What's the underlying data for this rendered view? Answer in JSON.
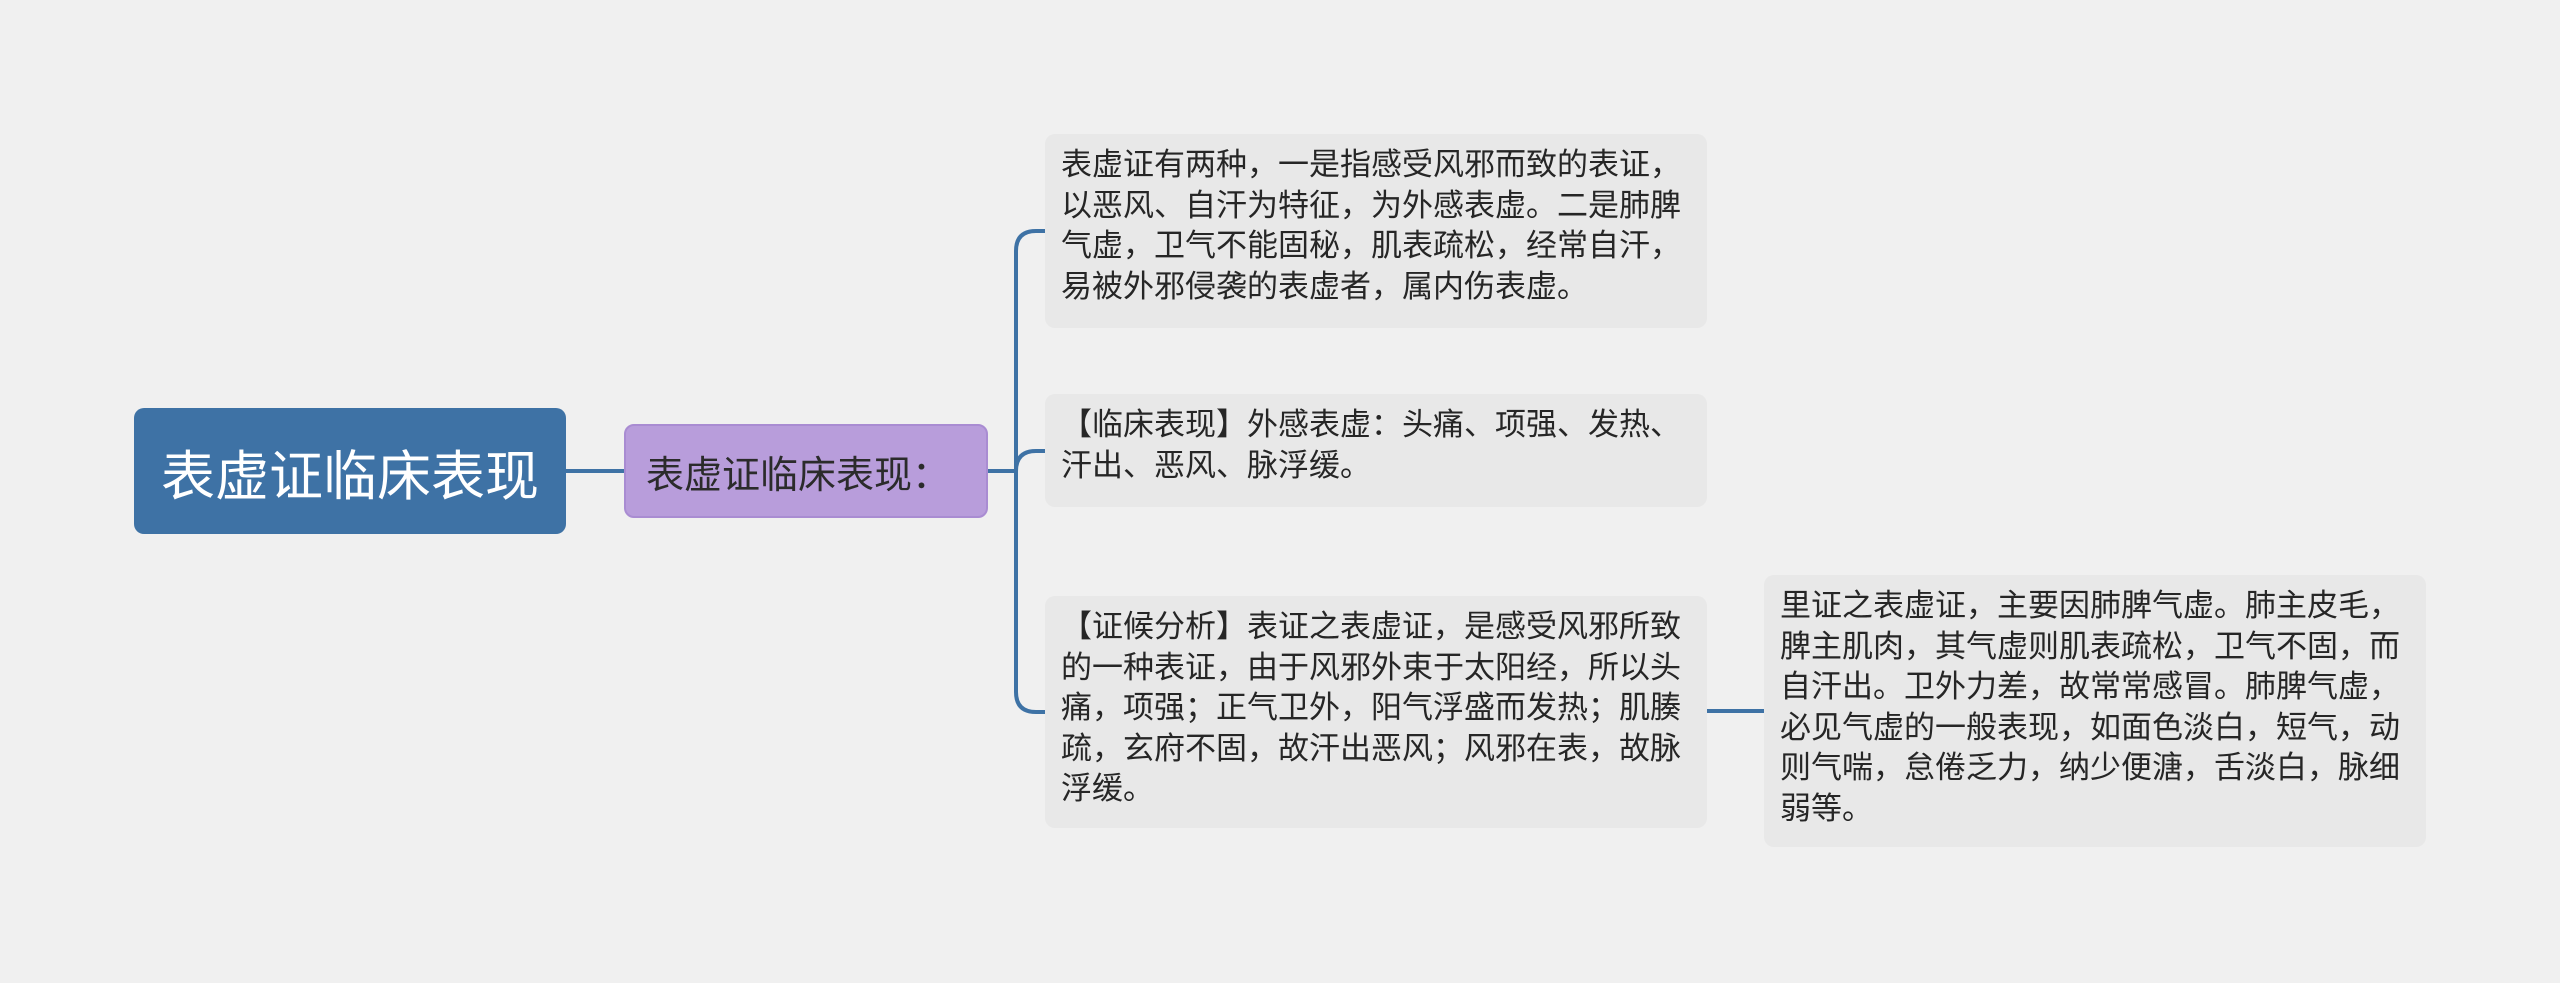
{
  "colors": {
    "background": "#f0f0f0",
    "root_fill": "#3e72a5",
    "sub_fill": "#b89ddb",
    "leaf_fill": "#e8e8e8",
    "connector": "#3e72a5"
  },
  "mindmap": {
    "root": "表虚证临床表现",
    "sub": "表虚证临床表现：",
    "leaves": [
      "表虚证有两种，一是指感受风邪而致的表证，以恶风、自汗为特征，为外感表虚。二是肺脾气虚，卫气不能固秘，肌表疏松，经常自汗，易被外邪侵袭的表虚者，属内伤表虚。",
      "【临床表现】外感表虚：头痛、项强、发热、汗出、恶风、脉浮缓。",
      "【证候分析】表证之表虚证，是感受风邪所致的一种表证，由于风邪外束于太阳经，所以头痛，项强；正气卫外，阳气浮盛而发热；肌腠疏，玄府不固，故汗出恶风；风邪在表，故脉浮缓。"
    ],
    "detail": "里证之表虚证，主要因肺脾气虚。肺主皮毛，脾主肌肉，其气虚则肌表疏松，卫气不固，而自汗出。卫外力差，故常常感冒。肺脾气虚，必见气虚的一般表现，如面色淡白，短气，动则气喘，怠倦乏力，纳少便溏，舌淡白，脉细弱等。"
  }
}
